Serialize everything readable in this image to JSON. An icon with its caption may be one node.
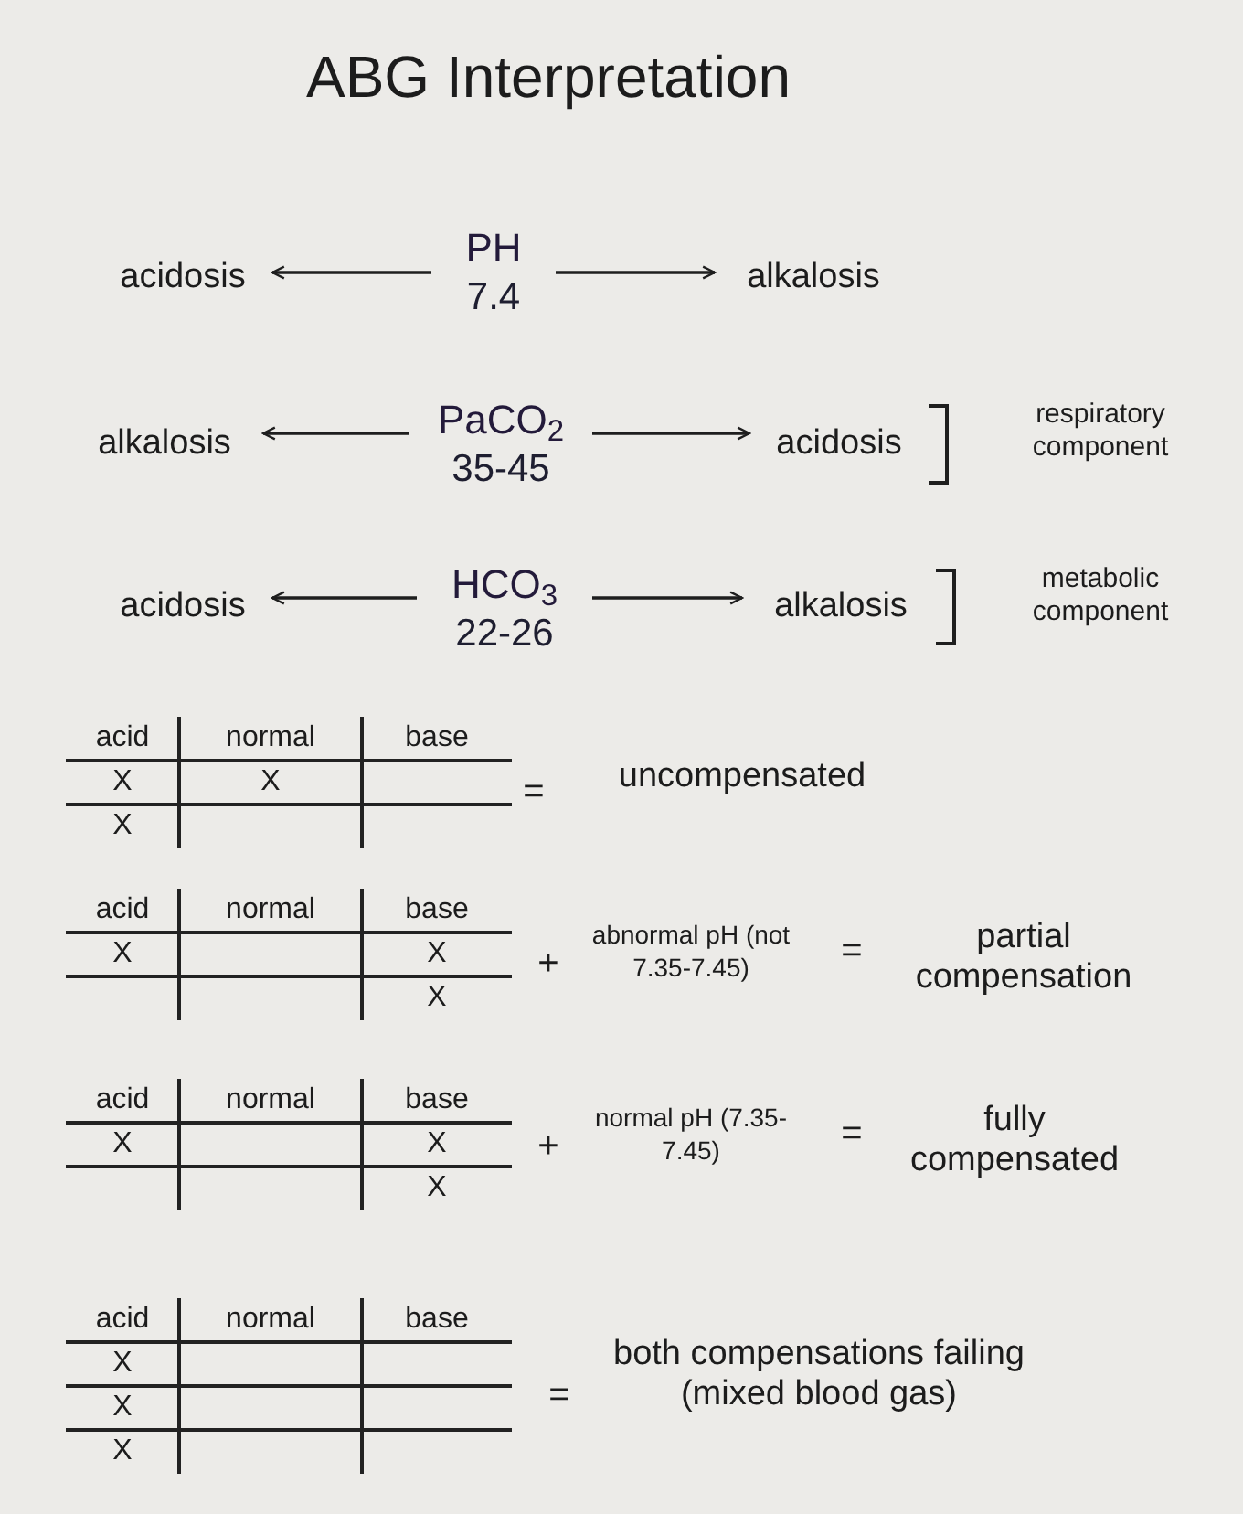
{
  "diagram": {
    "title": "ABG Interpretation",
    "nodes": [
      {
        "text": [
          "PH",
          "7.4"
        ]
      },
      {
        "text": [
          "acidosis"
        ]
      },
      {
        "text": [
          "alkalosis"
        ]
      },
      {
        "text": [
          "PaCO$_{2}$",
          "35-45"
        ]
      },
      {
        "text": [
          "alkalosis"
        ]
      },
      {
        "text": [
          "acidosis"
        ]
      },
      {
        "text": [
          "HCO$_{3}$",
          "22-26"
        ]
      },
      {
        "text": [
          "acidosis"
        ]
      },
      {
        "text": [
          "alkalosis"
        ]
      }
    ],
    "edges": [
      {
        "from": 0,
        "to": 1,
        "arrow": "to"
      },
      {
        "from": 0,
        "to": 2,
        "arrow": "to"
      },
      {
        "from": 3,
        "to": 4,
        "arrow": "to"
      },
      {
        "from": 3,
        "to": 5,
        "arrow": "to"
      },
      {
        "from": 6,
        "to": 7,
        "arrow": "to"
      },
      {
        "from": 6,
        "to": 8,
        "arrow": "to"
      }
    ],
    "labels": [
      "respiratory component",
      "metabolic component",
      "acid",
      "normal",
      "base",
      "X",
      "X",
      "X",
      "=",
      "uncompensated",
      "acid",
      "normal",
      "base",
      "X",
      "X",
      "X",
      "+",
      "abnormal pH (not 7.35-7.45)",
      "=",
      "partial compensation",
      "acid",
      "normal",
      "base",
      "X",
      "X",
      "X",
      "+",
      "normal pH (7.35-7.45)",
      "=",
      "fully compensated",
      "acid",
      "normal",
      "base",
      "X",
      "X",
      "X",
      "=",
      "both compensations failing (mixed blood gas)"
    ]
  }
}
